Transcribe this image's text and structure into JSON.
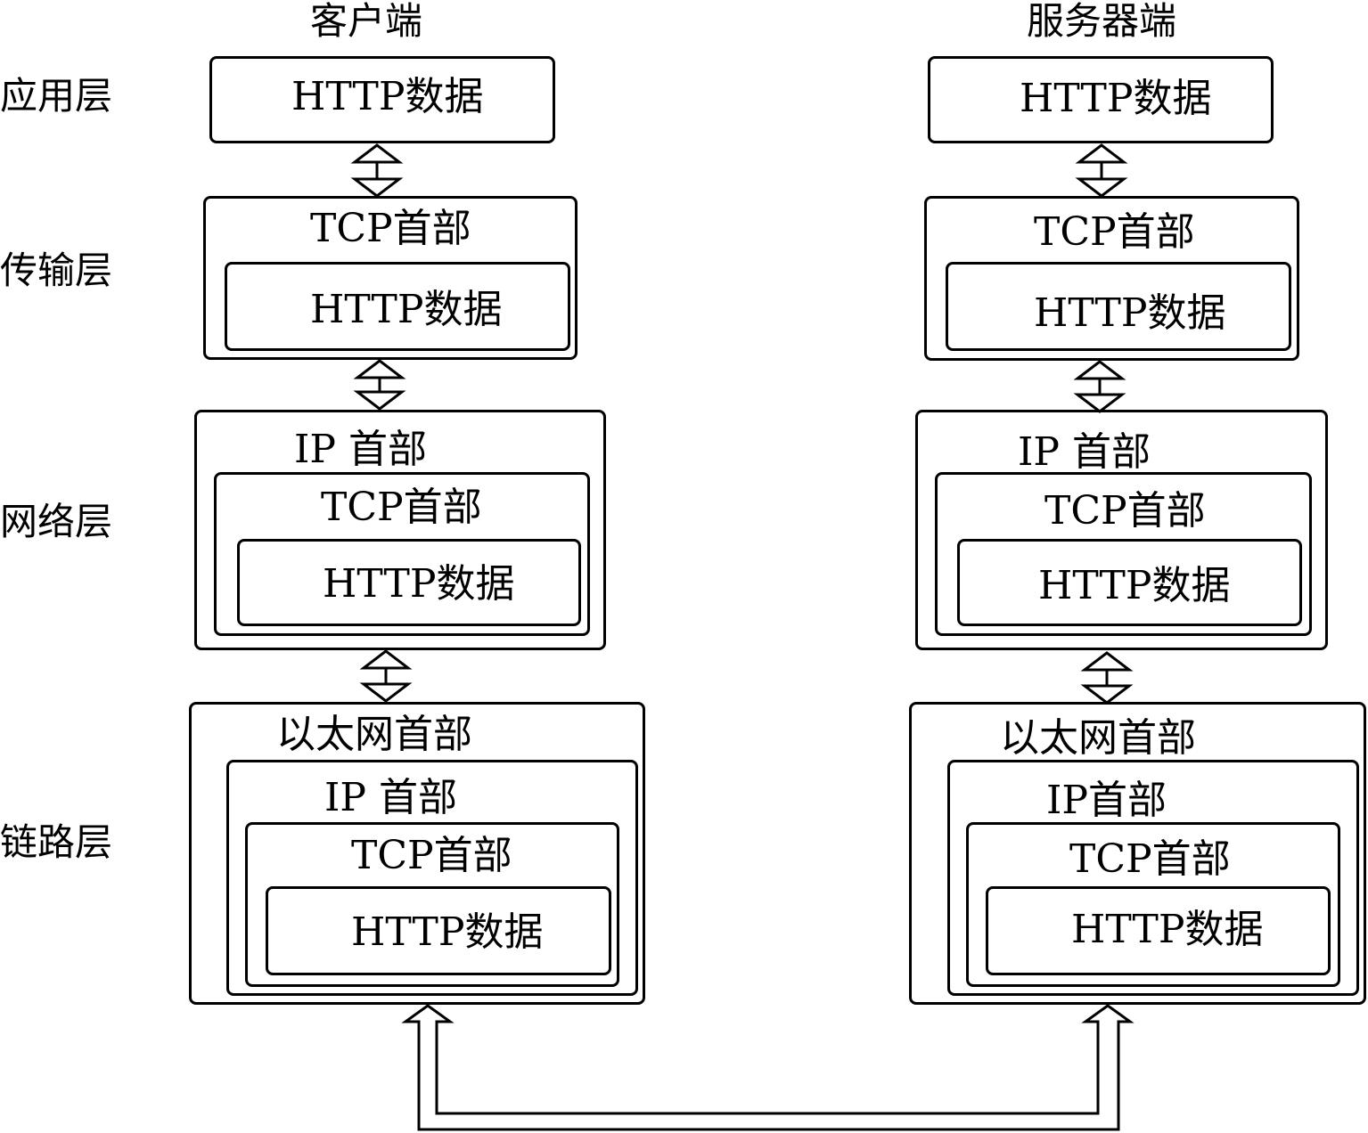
{
  "columns": {
    "client": "客户端",
    "server": "服务器端"
  },
  "layers": {
    "application": "应用层",
    "transport": "传输层",
    "network": "网络层",
    "link": "链路层"
  },
  "client": {
    "app_http": "HTTP数据",
    "tr_tcp": "TCP首部",
    "tr_http": "HTTP数据",
    "net_ip": "IP 首部",
    "net_tcp": "TCP首部",
    "net_http": "HTTP数据",
    "link_eth": "以太网首部",
    "link_ip": "IP 首部",
    "link_tcp": "TCP首部",
    "link_http": "HTTP数据"
  },
  "server": {
    "app_http": "HTTP数据",
    "tr_tcp": "TCP首部",
    "tr_http": "HTTP数据",
    "net_ip": "IP 首部",
    "net_tcp": "TCP首部",
    "net_http": "HTTP数据",
    "link_eth": "以太网首部",
    "link_ip": "IP首部",
    "link_tcp": "TCP首部",
    "link_http": "HTTP数据"
  }
}
